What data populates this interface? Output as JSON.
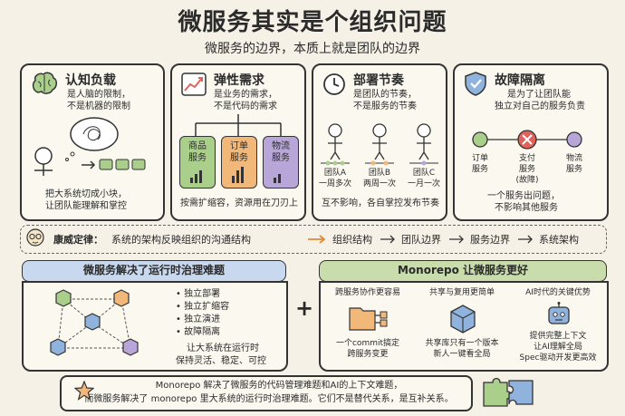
{
  "title": "微服务其实是个组织问题",
  "subtitle": "微服务的边界，本质上就是团队的边界",
  "card1": {
    "title": "认知负载",
    "desc1": "是人脑的限制，",
    "desc2": "不是机器的限制",
    "foot1": "把大系统切成小块，",
    "foot2": "让团队能理解和掌控"
  },
  "card2": {
    "title": "弹性需求",
    "desc1": "是业务的需求，",
    "desc2": "不是代码的需求",
    "services": [
      "商品\n服务",
      "订单\n服务",
      "物流\n服务"
    ],
    "foot": "按需扩缩容，资源用在刀刃上"
  },
  "card3": {
    "title": "部署节奏",
    "desc1": "是团队的节奏，",
    "desc2": "不是服务的节奏",
    "teams": [
      {
        "name": "团队A",
        "freq": "一周多次"
      },
      {
        "name": "团队B",
        "freq": "两周一次"
      },
      {
        "name": "团队C",
        "freq": "一月一次"
      }
    ],
    "foot": "互不影响，各自掌控发布节奏"
  },
  "card4": {
    "title": "故障隔离",
    "desc1": "是为了让团队能",
    "desc2": "独立对自己的服务负责",
    "nodes": [
      {
        "l1": "订单",
        "l2": "服务",
        "l3": ""
      },
      {
        "l1": "支付",
        "l2": "服务",
        "l3": "(故障)"
      },
      {
        "l1": "物流",
        "l2": "服务",
        "l3": ""
      }
    ],
    "foot1": "一个服务出问题，",
    "foot2": "不影响其他服务"
  },
  "law": {
    "label": "康威定律：",
    "text": "系统的架构反映组织的沟通结构",
    "chain": [
      "组织结构",
      "团队边界",
      "服务边界",
      "系统架构"
    ]
  },
  "left_panel": {
    "banner": "微服务解决了运行时治理难题",
    "bullets": [
      "独立部署",
      "独立扩缩容",
      "独立演进",
      "故障隔离"
    ],
    "foot1": "让大系统在运行时",
    "foot2": "保持灵活、稳定、可控"
  },
  "plus": "+",
  "right_panel": {
    "banner": "Monorepo 让微服务更好",
    "cols": [
      {
        "title": "跨服务协作更容易",
        "f1": "一个commit搞定",
        "f2": "跨服务变更",
        "f3": ""
      },
      {
        "title": "共享与复用更简单",
        "f1": "共享库只有一个版本",
        "f2": "新人一键看全局",
        "f3": ""
      },
      {
        "title": "AI时代的关键优势",
        "f1": "提供完整上下文",
        "f2": "让AI理解全局",
        "f3": "Spec驱动开发更高效"
      }
    ]
  },
  "bottom": {
    "line1": "Monorepo 解决了微服务的代码管理难题和AI的上下文难题，",
    "line2": "而微服务解决了 monorepo 里大系统的运行时治理难题。它们不是替代关系，是互补关系。"
  },
  "colors": {
    "green": "#a9cf8b",
    "orange": "#f1b87a",
    "purple": "#b8a6d9",
    "blue": "#8fb3dc",
    "red": "#e0625a",
    "banner_blue": "#c8d8ee",
    "banner_green": "#c9dcab"
  }
}
